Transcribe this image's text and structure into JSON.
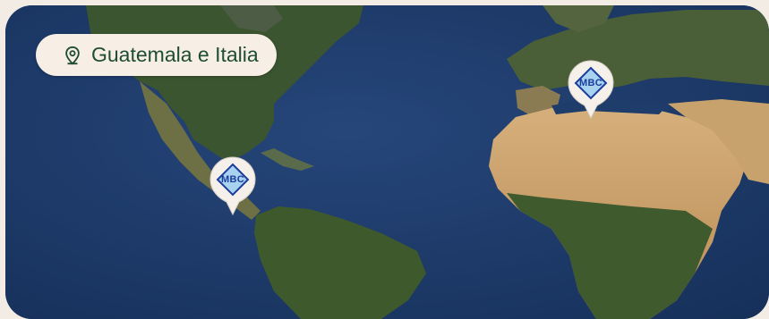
{
  "location": {
    "label": "Guatemala e Italia",
    "icon": "map-pin-icon"
  },
  "markers": [
    {
      "name": "marker-guatemala",
      "logo_text": "MBC"
    },
    {
      "name": "marker-italia",
      "logo_text": "MBC"
    }
  ],
  "colors": {
    "chip_bg": "#f7efe6",
    "chip_text": "#1f4d33",
    "ocean": "#1d3a66",
    "land_green": "#3d5a2f",
    "desert": "#c9a46a",
    "logo_blue": "#1a3d9e",
    "logo_fill": "#a9d2ee"
  }
}
